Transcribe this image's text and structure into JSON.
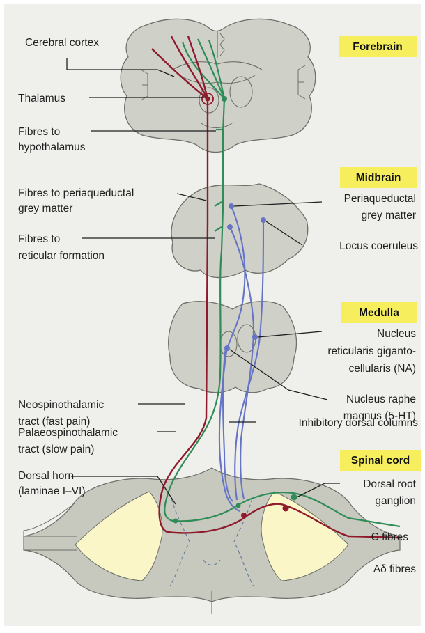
{
  "colors": {
    "background": "#efefeb",
    "tissue": "#cfd1c9",
    "header_highlight": "#f6ee5d",
    "white_matter": "#fbf6c8",
    "neospinothalamic": "#8e1a2c",
    "palaeospinothalamic": "#2f8c57",
    "descending_inhibitory": "#6574c6"
  },
  "regions": {
    "forebrain": "Forebrain",
    "midbrain": "Midbrain",
    "medulla": "Medulla",
    "spinal_cord": "Spinal cord"
  },
  "labels": {
    "cerebral_cortex": [
      "Cerebral cortex"
    ],
    "thalamus": [
      "Thalamus"
    ],
    "fibres_hypothalamus": [
      "Fibres to",
      "hypothalamus"
    ],
    "fibres_pag": [
      "Fibres to periaqueductal",
      "grey matter"
    ],
    "pag": [
      "Periaqueductal",
      "grey matter"
    ],
    "fibres_reticular": [
      "Fibres to",
      "reticular formation"
    ],
    "locus_coeruleus": [
      "Locus coeruleus"
    ],
    "nucleus_reticularis": [
      "Nucleus",
      "reticularis giganto-",
      "cellularis (NA)"
    ],
    "nucleus_raphe": [
      "Nucleus raphe",
      "magnus (5-HT)"
    ],
    "neospinothalamic": [
      "Neospinothalamic",
      "tract (fast pain)"
    ],
    "palaeospinothalamic": [
      "Palaeospinothalamic",
      "tract (slow pain)"
    ],
    "inhibitory_dorsal": [
      "Inhibitory dorsal columns"
    ],
    "dorsal_horn": [
      "Dorsal horn",
      "(laminae I–VI)"
    ],
    "dorsal_root_ganglion": [
      "Dorsal root",
      "ganglion"
    ],
    "c_fibres": [
      "C fibres"
    ],
    "adelta_fibres": [
      "Aδ fibres"
    ]
  }
}
